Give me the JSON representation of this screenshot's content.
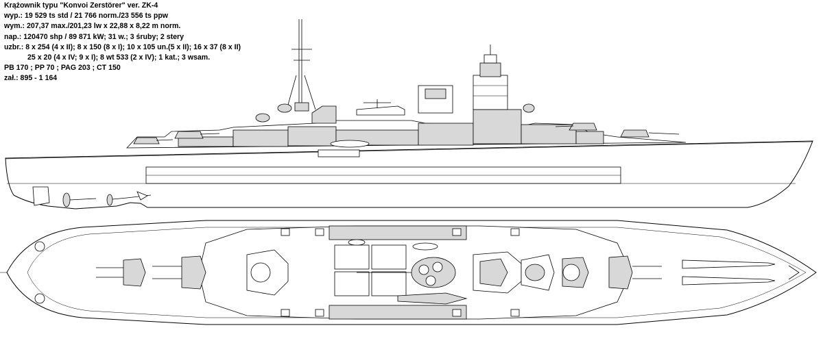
{
  "title": "Krążownik typu \"Konvoi Zerstörer\" ver. ZK-4",
  "specs": [
    "wyp.: 19 529 ts std / 21 766 norm./23 556 ts ppw",
    "wym.: 207,37 max./201,23 lw x 22,88 x 8,22 m norm.",
    "nap.: 120470 shp / 89 871 kW; 31 w.; 3 śruby; 2 stery",
    "uzbr.: 8 x 254 (4 x II); 8 x 150 (8 x I); 10 x 105 un.(5 x II); 16 x 37 (8 x II)",
    "25 x 20 (4 x IV; 9 x I); 8 wt 533 (2 x IV); 1 kat.; 3 wsam.",
    "PB 170 ; PP 70 ; PAG 203 ; CT 150",
    "zał.: 895 - 1 164"
  ],
  "colors": {
    "line": "#000000",
    "fill": "#d8d8d8",
    "background": "#ffffff"
  }
}
